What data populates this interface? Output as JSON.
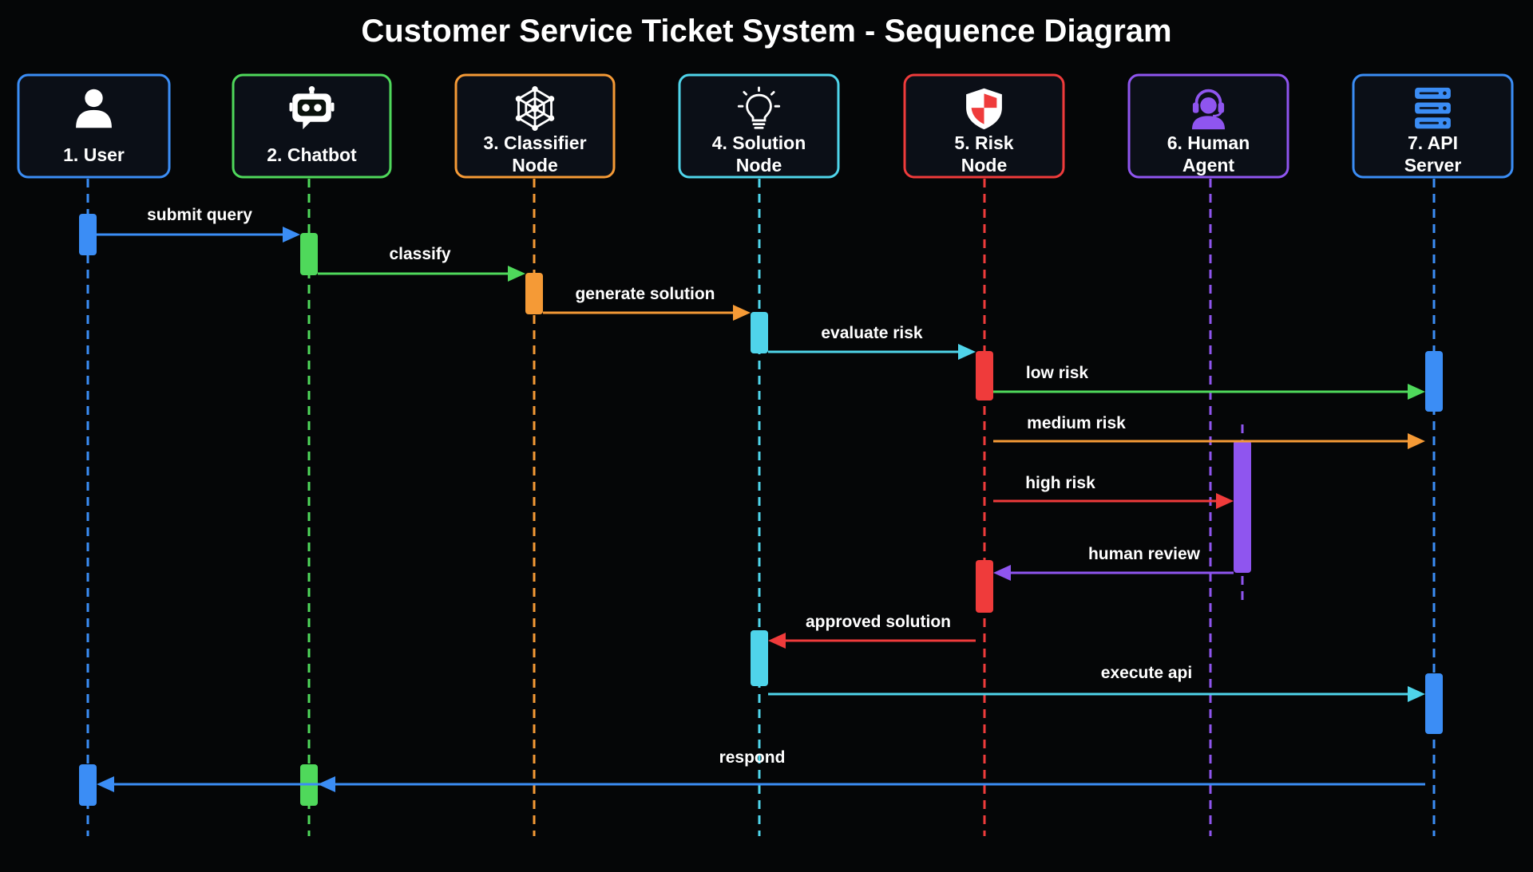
{
  "title": "Customer Service Ticket System - Sequence Diagram",
  "participants": [
    {
      "id": "user",
      "name": "participant-user",
      "lines": [
        "1. User"
      ],
      "color": "#3b8df5",
      "icon": "user-icon"
    },
    {
      "id": "chatbot",
      "name": "participant-chatbot",
      "lines": [
        "2. Chatbot"
      ],
      "color": "#4fd85b",
      "icon": "robot-icon"
    },
    {
      "id": "classifier",
      "name": "participant-classifier-node",
      "lines": [
        "3. Classifier",
        "Node"
      ],
      "color": "#f59a36",
      "icon": "network-icon"
    },
    {
      "id": "solution",
      "name": "participant-solution-node",
      "lines": [
        "4. Solution",
        "Node"
      ],
      "color": "#4fd4ea",
      "icon": "lightbulb-icon"
    },
    {
      "id": "risk",
      "name": "participant-risk-node",
      "lines": [
        "5. Risk",
        "Node"
      ],
      "color": "#ef3b3b",
      "icon": "shield-icon"
    },
    {
      "id": "human",
      "name": "participant-human-agent",
      "lines": [
        "6. Human",
        "Agent"
      ],
      "color": "#8f55ef",
      "icon": "headset-agent-icon"
    },
    {
      "id": "api",
      "name": "participant-api-server",
      "lines": [
        "7. API",
        "Server"
      ],
      "color": "#3b8df5",
      "icon": "server-icon"
    }
  ],
  "messages": [
    {
      "name": "message-submit-query",
      "label": "submit query",
      "from": "user",
      "to": "chatbot",
      "color": "#3b8df5"
    },
    {
      "name": "message-classify",
      "label": "classify",
      "from": "chatbot",
      "to": "classifier",
      "color": "#4fd85b"
    },
    {
      "name": "message-generate-solution",
      "label": "generate solution",
      "from": "classifier",
      "to": "solution",
      "color": "#f59a36"
    },
    {
      "name": "message-evaluate-risk",
      "label": "evaluate risk",
      "from": "solution",
      "to": "risk",
      "color": "#4fd4ea"
    },
    {
      "name": "message-low-risk",
      "label": "low risk",
      "from": "risk",
      "to": "api",
      "color": "#4fd85b"
    },
    {
      "name": "message-medium-risk",
      "label": "medium risk",
      "from": "risk",
      "to": "api",
      "color": "#f59a36"
    },
    {
      "name": "message-high-risk",
      "label": "high risk",
      "from": "risk",
      "to": "human",
      "color": "#ef3b3b"
    },
    {
      "name": "message-human-review",
      "label": "human review",
      "from": "human",
      "to": "risk",
      "color": "#8f55ef"
    },
    {
      "name": "message-approved-solution",
      "label": "approved solution",
      "from": "risk",
      "to": "solution",
      "color": "#ef3b3b"
    },
    {
      "name": "message-execute-api",
      "label": "execute api",
      "from": "solution",
      "to": "api",
      "color": "#4fd4ea"
    },
    {
      "name": "message-respond",
      "label": "respond",
      "from": "api",
      "to": "user",
      "color": "#3b8df5"
    }
  ]
}
